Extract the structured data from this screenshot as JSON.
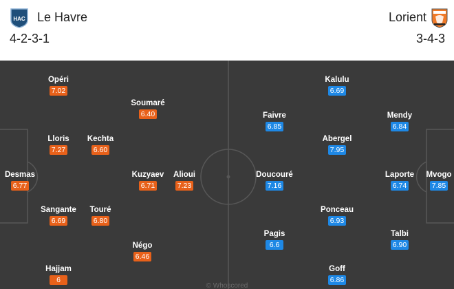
{
  "home": {
    "name": "Le Havre",
    "formation": "4-2-3-1",
    "logo_icon": "le-havre-crest-icon",
    "logo_text": "HAC",
    "color": "#e8611a",
    "players": [
      {
        "name": "Desmas",
        "rating": "6.77"
      },
      {
        "name": "Opéri",
        "rating": "7.02"
      },
      {
        "name": "Lloris",
        "rating": "7.27"
      },
      {
        "name": "Sangante",
        "rating": "6.69"
      },
      {
        "name": "Hajjam",
        "rating": "6"
      },
      {
        "name": "Kechta",
        "rating": "6.60"
      },
      {
        "name": "Touré",
        "rating": "6.80"
      },
      {
        "name": "Soumaré",
        "rating": "6.40"
      },
      {
        "name": "Kuzyaev",
        "rating": "6.71"
      },
      {
        "name": "Négo",
        "rating": "6.46"
      },
      {
        "name": "Alioui",
        "rating": "7.23"
      }
    ]
  },
  "away": {
    "name": "Lorient",
    "formation": "3-4-3",
    "logo_icon": "lorient-crest-icon",
    "color": "#1e88e5",
    "players": [
      {
        "name": "Mvogo",
        "rating": "7.85"
      },
      {
        "name": "Mendy",
        "rating": "6.84"
      },
      {
        "name": "Laporte",
        "rating": "6.74"
      },
      {
        "name": "Talbi",
        "rating": "6.90"
      },
      {
        "name": "Kalulu",
        "rating": "6.69"
      },
      {
        "name": "Abergel",
        "rating": "7.95"
      },
      {
        "name": "Ponceau",
        "rating": "6.93"
      },
      {
        "name": "Goff",
        "rating": "6.86"
      },
      {
        "name": "Faivre",
        "rating": "6.85"
      },
      {
        "name": "Doucouré",
        "rating": "7.16"
      },
      {
        "name": "Pagis",
        "rating": "6.6"
      }
    ]
  },
  "watermark": "© Whoscored"
}
